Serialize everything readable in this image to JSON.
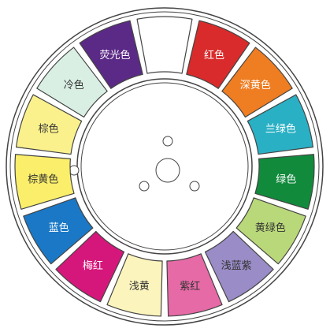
{
  "diagram": {
    "colors_clockwise_from_top": [
      {
        "label": "",
        "fill": "#ffffff",
        "text": "#333333"
      },
      {
        "label": "红色",
        "fill": "#d92b2b",
        "text": "#ffffff"
      },
      {
        "label": "深黄色",
        "fill": "#ef7d22",
        "text": "#ffffff"
      },
      {
        "label": "兰绿色",
        "fill": "#2ab0c4",
        "text": "#ffffff"
      },
      {
        "label": "绿色",
        "fill": "#118a3c",
        "text": "#ffffff"
      },
      {
        "label": "黄绿色",
        "fill": "#b9d87a",
        "text": "#333333"
      },
      {
        "label": "浅蓝紫",
        "fill": "#9a8cc6",
        "text": "#333333"
      },
      {
        "label": "紫红",
        "fill": "#e56aa6",
        "text": "#333333"
      },
      {
        "label": "浅黄",
        "fill": "#fbf4bd",
        "text": "#333333"
      },
      {
        "label": "梅红",
        "fill": "#d5177b",
        "text": "#ffffff"
      },
      {
        "label": "蓝色",
        "fill": "#1a78c6",
        "text": "#ffffff"
      },
      {
        "label": "棕黄色",
        "fill": "#fbee6a",
        "text": "#333333"
      },
      {
        "label": "棕色",
        "fill": "#fbf18c",
        "text": "#333333"
      },
      {
        "label": "冷色",
        "fill": "#d9efe3",
        "text": "#333333"
      },
      {
        "label": "荧光色",
        "fill": "#5b2a86",
        "text": "#ffffff"
      }
    ],
    "outline_color": "#444444"
  }
}
